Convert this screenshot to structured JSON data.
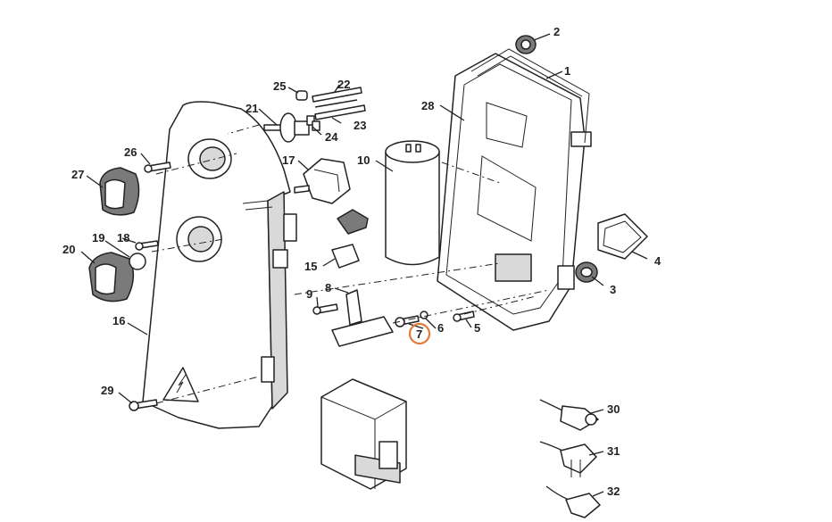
{
  "diagram": {
    "highlight_color": "#e07b39",
    "highlighted_part": "7",
    "callouts": {
      "c1": "1",
      "c2": "2",
      "c3": "3",
      "c4": "4",
      "c5": "5",
      "c6": "6",
      "c7": "7",
      "c8": "8",
      "c9": "9",
      "c10": "10",
      "c15": "15",
      "c16": "16",
      "c17": "17",
      "c18": "18",
      "c19": "19",
      "c20": "20",
      "c21": "21",
      "c22": "22",
      "c23": "23",
      "c24": "24",
      "c25": "25",
      "c26": "26",
      "c27": "27",
      "c28": "28",
      "c29": "29",
      "c30": "30",
      "c31": "31",
      "c32": "32"
    }
  }
}
